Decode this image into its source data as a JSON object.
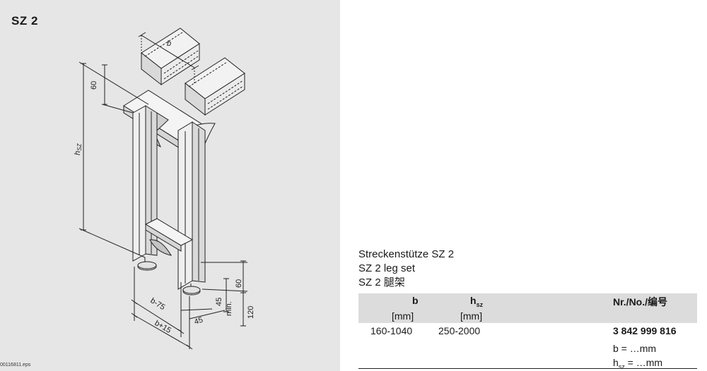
{
  "figure": {
    "code": "SZ 2",
    "file_ref": "00116811.eps",
    "dimension_labels": {
      "b_top": "b",
      "d60_top": "60",
      "h_base": "h",
      "h_sub": "SZ",
      "b_minus_75": "b-75",
      "b_plus_15": "b+15",
      "d45_a": "45",
      "d45_b": "45",
      "d60_bottom": "60",
      "min": "min.",
      "d120": "120"
    }
  },
  "product": {
    "name_de": "Streckenstütze SZ 2",
    "name_en": "SZ 2 leg set",
    "name_zh": "SZ 2 腿架"
  },
  "table": {
    "headers": {
      "b": "b",
      "b_unit": "[mm]",
      "h": "h",
      "h_sub": "sz",
      "h_unit": "[mm]",
      "nr": "Nr./No./编号"
    },
    "row": {
      "b": "160-1040",
      "h": "250-2000",
      "nr": "3 842 999 816"
    },
    "notes": {
      "b_note": "b = …mm",
      "h_note_base": "h",
      "h_note_sub": "sz",
      "h_note_rest": " = …mm"
    }
  }
}
